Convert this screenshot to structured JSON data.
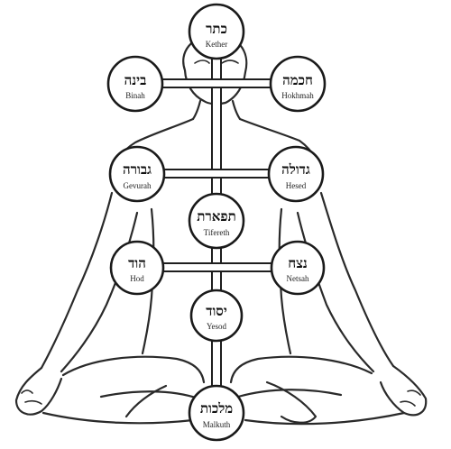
{
  "sephirot": [
    {
      "id": "kether",
      "hebrew": "כתר",
      "name": "Kether"
    },
    {
      "id": "binah",
      "hebrew": "בינה",
      "name": "Binah"
    },
    {
      "id": "hokhmah",
      "hebrew": "חכמה",
      "name": "Hokhmah"
    },
    {
      "id": "gevurah",
      "hebrew": "גבורה",
      "name": "Gevurah"
    },
    {
      "id": "hesed",
      "hebrew": "גדולה",
      "name": "Hesed"
    },
    {
      "id": "tifereth",
      "hebrew": "תפארת",
      "name": "Tifereth"
    },
    {
      "id": "hod",
      "hebrew": "הוד",
      "name": "Hod"
    },
    {
      "id": "netsah",
      "hebrew": "נצח",
      "name": "Netsah"
    },
    {
      "id": "yesod",
      "hebrew": "יסוד",
      "name": "Yesod"
    },
    {
      "id": "malkuth",
      "hebrew": "מלכות",
      "name": "Malkuth"
    }
  ]
}
